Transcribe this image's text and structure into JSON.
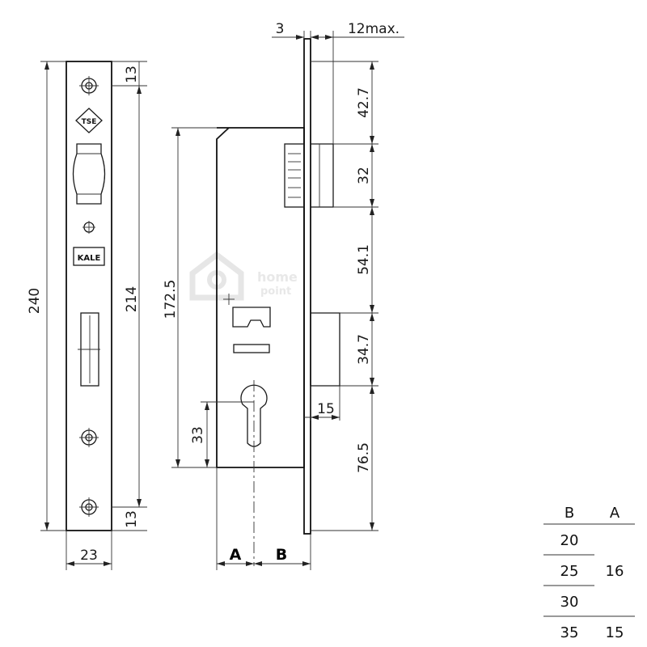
{
  "front_view": {
    "dim_total_height": "240",
    "dim_hole_spacing": "214",
    "dim_top_offset": "13",
    "dim_bottom_offset": "13",
    "dim_width": "23",
    "logo_tse": "TSE",
    "logo_kale": "KALE"
  },
  "side_view": {
    "dim_top_thickness": "3",
    "dim_max_thickness": "12max.",
    "dim_seg1": "42.7",
    "dim_seg2": "32",
    "dim_seg3": "54.1",
    "dim_seg4": "34.7",
    "dim_seg5": "76.5",
    "dim_body_height": "172.5",
    "dim_cyl_height": "33",
    "dim_bolt": "15",
    "label_a": "A",
    "label_b": "B"
  },
  "watermark": {
    "line1": "home",
    "line2": "point"
  },
  "table": {
    "headers": [
      "B",
      "A"
    ],
    "b_values": [
      "20",
      "25",
      "30",
      "35"
    ],
    "a_values": [
      "16",
      "15"
    ]
  }
}
